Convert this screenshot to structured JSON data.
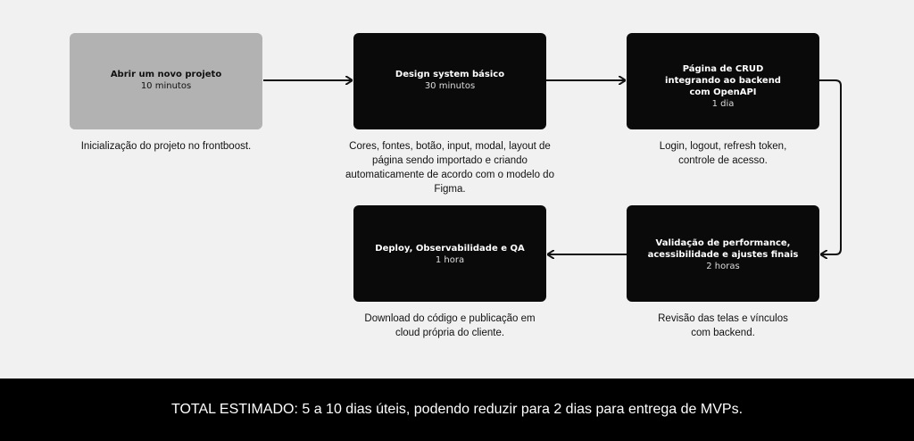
{
  "steps": [
    {
      "title": "Abrir um novo projeto",
      "duration": "10 minutos",
      "description": "Inicialização do projeto no frontboost."
    },
    {
      "title": "Design system básico",
      "duration": "30 minutos",
      "description": "Cores, fontes, botão, input, modal, layout de página sendo importado e criando automaticamente de acordo com o modelo do Figma."
    },
    {
      "title": "Página de CRUD  integrando ao backend com OpenAPI",
      "duration": "1 dia",
      "description": "Login, logout, refresh token, controle de acesso."
    },
    {
      "title": "Validação de performance, acessibilidade e ajustes finais",
      "duration": "2 horas",
      "description": "Revisão das telas e vínculos com backend."
    },
    {
      "title": "Deploy, Observabilidade e QA",
      "duration": "1 hora",
      "description": "Download do código e publicação em cloud própria do cliente."
    }
  ],
  "footer": {
    "text": "TOTAL ESTIMADO: 5 a 10 dias úteis, podendo reduzir para 2 dias para entrega de MVPs."
  }
}
